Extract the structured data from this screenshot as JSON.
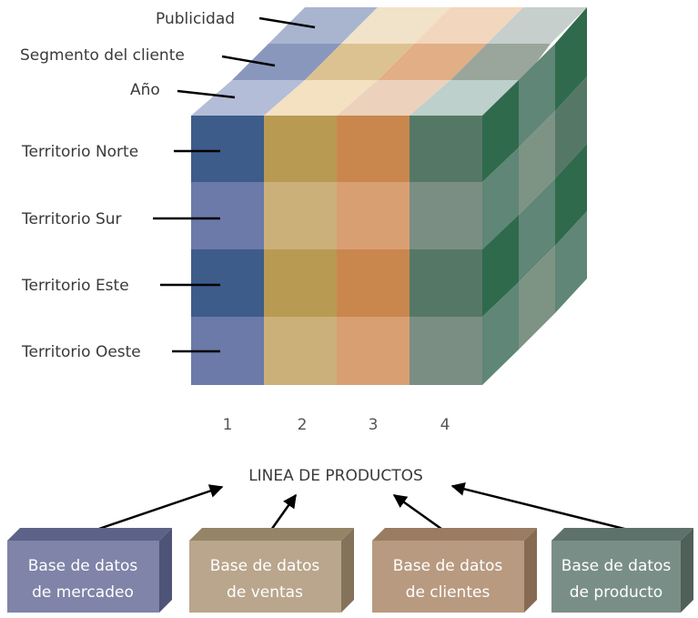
{
  "labels": {
    "publicidad": "Publicidad",
    "segmento": "Segmento del cliente",
    "anio": "Año",
    "norte": "Territorio Norte",
    "sur": "Territorio Sur",
    "este": "Territorio Este",
    "oeste": "Territorio Oeste"
  },
  "columns": [
    "1",
    "2",
    "3",
    "4"
  ],
  "center_title": "LINEA DE PRODUCTOS",
  "databases": [
    {
      "line1": "Base de datos",
      "line2": "de mercadeo"
    },
    {
      "line1": "Base de datos",
      "line2": "de ventas"
    },
    {
      "line1": "Base de datos",
      "line2": "de clientes"
    },
    {
      "line1": "Base de datos",
      "line2": "de producto"
    }
  ],
  "colors": {
    "blue_dark": "#3d5c8a",
    "blue_light": "#6b7aa8",
    "gold_dark": "#b89a52",
    "gold_light": "#ccb07a",
    "orange_dark": "#c9874d",
    "orange_light": "#d89f72",
    "green_dark": "#557866",
    "green_light": "#7a8e84",
    "side_dark": "#2f6a4c",
    "side_light": "#5f8676",
    "box_mercadeo": "#7f84a8",
    "box_ventas": "#b9a68c",
    "box_clientes": "#b89a80",
    "box_producto": "#7a8e88"
  }
}
